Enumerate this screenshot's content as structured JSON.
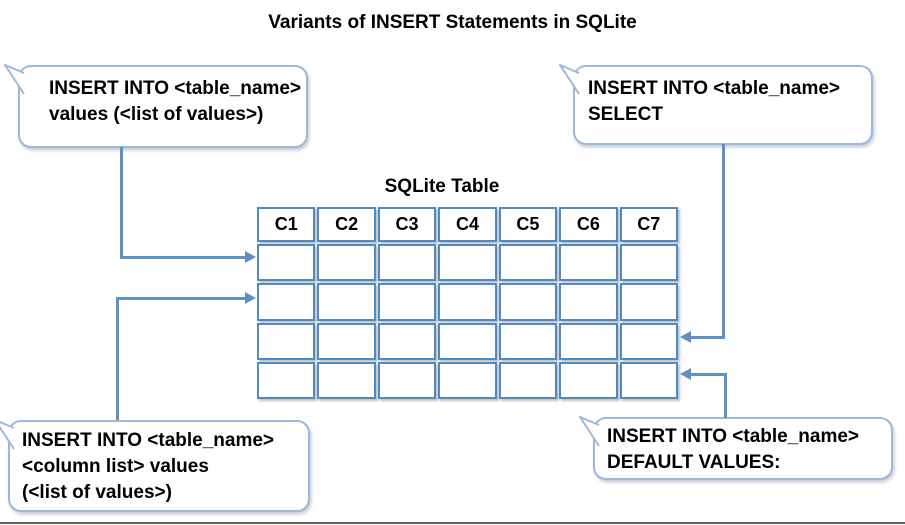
{
  "title": "Variants of INSERT Statements in SQLite",
  "table": {
    "caption": "SQLite Table",
    "columns": [
      "C1",
      "C2",
      "C3",
      "C4",
      "C5",
      "C6",
      "C7"
    ],
    "body_rows": 4
  },
  "callouts": [
    {
      "id": "values",
      "lines": [
        "INSERT INTO <table_name>",
        "values (<list of values>)"
      ]
    },
    {
      "id": "select",
      "lines": [
        "INSERT INTO <table_name>",
        "SELECT"
      ]
    },
    {
      "id": "column-list",
      "lines": [
        "INSERT INTO <table_name>",
        "<column list> values",
        "(<list of values>)"
      ]
    },
    {
      "id": "default-values",
      "lines": [
        "INSERT INTO <table_name>",
        "DEFAULT VALUES:"
      ]
    }
  ],
  "colors": {
    "line": "#6090c2",
    "cell-border": "#5688b8",
    "callout-border": "#9cb9da",
    "text": "#000000"
  }
}
